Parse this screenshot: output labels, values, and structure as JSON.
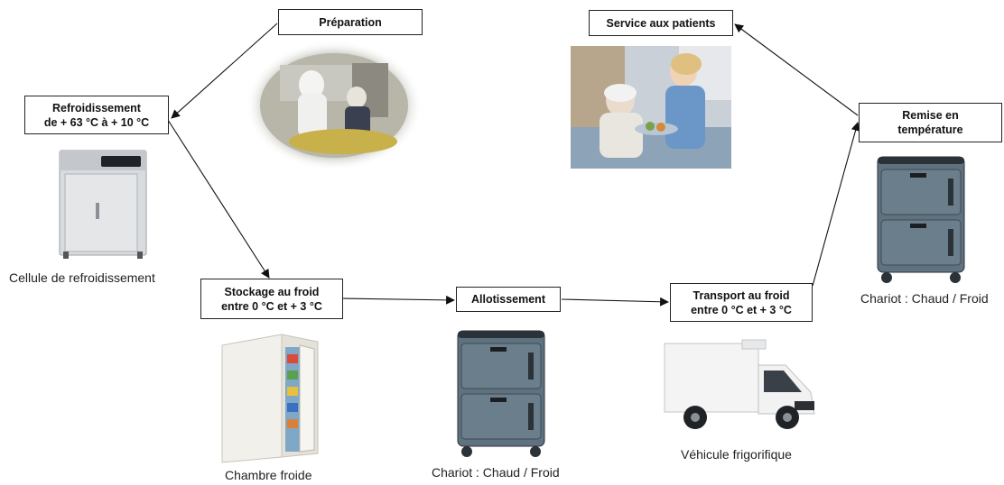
{
  "steps": {
    "preparation": {
      "label": "Préparation"
    },
    "refroidissement": {
      "line1": "Refroidissement",
      "line2": "de + 63 °C à + 10 °C"
    },
    "stockage": {
      "line1": "Stockage au froid",
      "line2": "entre 0 °C et + 3 °C"
    },
    "allotissement": {
      "label": "Allotissement"
    },
    "transport": {
      "line1": "Transport au froid",
      "line2": "entre 0 °C et + 3 °C"
    },
    "remise": {
      "line1": "Remise en",
      "line2": "température"
    },
    "service": {
      "label": "Service aux patients"
    }
  },
  "captions": {
    "cellule": "Cellule de refroidissement",
    "chambre": "Chambre froide",
    "chariot_allotissement": "Chariot : Chaud / Froid",
    "vehicule": "Véhicule frigorifique",
    "chariot_remise": "Chariot : Chaud / Froid"
  },
  "colors": {
    "chariot_body": "#5f7280",
    "chariot_dark": "#2b3238",
    "van_body": "#f4f4f4",
    "cabinet": "#d9dcdf"
  }
}
